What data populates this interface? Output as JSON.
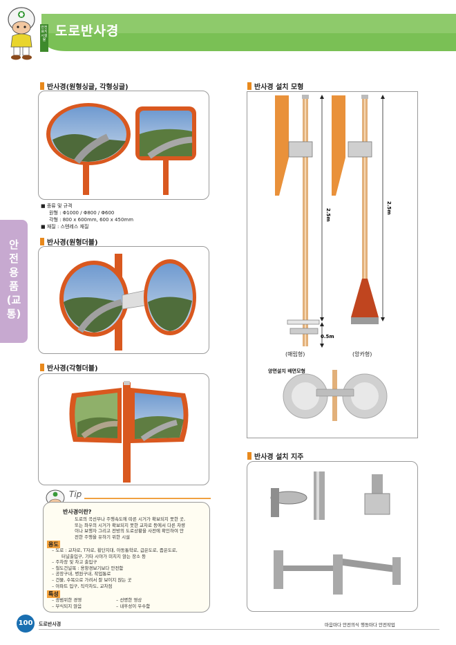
{
  "header": {
    "title": "도로반사경",
    "badge": "안전 표지 시설물"
  },
  "side_tab": {
    "label": "안전용품(교통)"
  },
  "left": {
    "section1": {
      "title": "반사경(원형싱글, 각형싱글)",
      "specs": {
        "line1": "■ 종류 및 규격",
        "line2": "원형 : Φ1000 / Φ800 / Φ600",
        "line3": "각형 : 800 x 600mm, 600 x 450mm",
        "line4": "■ 재질 : 스텐레스 재질"
      }
    },
    "section2": {
      "title": "반사경(원형더블)"
    },
    "section3": {
      "title": "반사경(각형더블)"
    }
  },
  "right": {
    "install": {
      "title": "반사경 설치 모형",
      "height1": "2.5m",
      "height2": "2.5m",
      "depth": "0.5m",
      "type1": "(매립형)",
      "type2": "(앙카형)",
      "back_label": "양면설치 배면모형"
    },
    "support": {
      "title": "반사경 설치 지주"
    }
  },
  "tip": {
    "label": "Tip",
    "q_title": "반사경이란?",
    "q_body": [
      "도로의 곡선부나 주행속도에 따른 시거가 확보되지 못한 곳,",
      "또는 좌우의 시거가 확보되지 못한 교차로 등에서 다른 차량",
      "이나 보행자 그리고 전방의 도로상황을 사전에 확인하여 안",
      "전한 주행을 유하기 위한 시설"
    ],
    "usage_title": "용도",
    "usage": [
      "– 도로 : 교차로, T자로, 횡단지대, 아동통학로, 급은도로, 좁은도로,",
      "    터널출입구, 기타 시야가 미치지 않는 장소 등",
      "– 주차장 및 차고 출입구",
      "– 철도건널목 : 용항경보기보다 안전함",
      "– 공장구내, 병원구내, 작업통로",
      "– 건물, 수목으로 가려서 잘 보이지 않는 곳",
      "– 아파트 입구, 직각차도, 교차점"
    ],
    "feature_title": "특성",
    "features_left": [
      "– 광범위한 경영",
      "– 부식되지 않음"
    ],
    "features_right": [
      "– 선명한 영상",
      "– 내후성이 우수함"
    ]
  },
  "footer": {
    "page_number": "100",
    "left_text": "도로반사경",
    "right_text": "마음마다 안전의식 행동마다 안전작업"
  },
  "colors": {
    "header_green": "#5aaa3c",
    "accent_orange": "#e8891d",
    "mirror_orange": "#d9581f",
    "side_tab_purple": "#c7a9d0"
  }
}
